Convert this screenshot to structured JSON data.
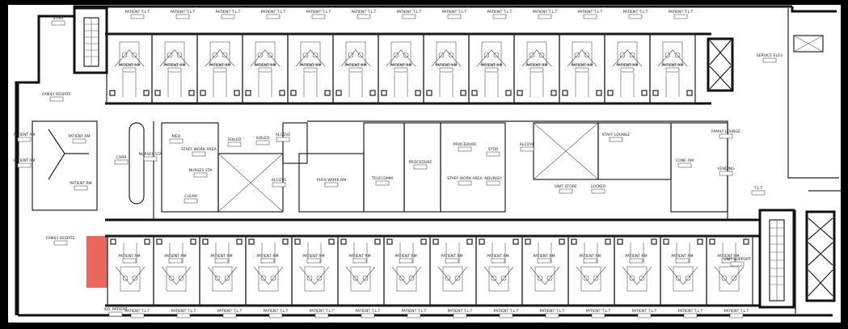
{
  "highlight_color": "#e8564f",
  "labels": {
    "stair": "STAIR",
    "patient_tlt": "PATIENT T.L.T",
    "patient_rm": "PATIENT RM",
    "family": "FAMILY RESPITE",
    "corr": "CORR",
    "nurses": "NURSES STA",
    "staff_work": "STAFF WORK AREA",
    "clean": "CLEAN",
    "soiled": "SOILED",
    "alcove": "ALCOVE",
    "phys": "PHYS WORK RM",
    "telecomm": "TELECOMM",
    "procedure": "PROCEDURE",
    "storage": "STOR",
    "staff_lounge": "STAFF LOUNGE",
    "conf": "CONF. RM",
    "service_elev": "SERVICE ELEV",
    "unit_support": "UNIT SUPPORT",
    "iso_patient": "ISO. PATIENT",
    "med": "MED",
    "alcove2": "ALCOVE",
    "nourish": "NOURISH",
    "unit_store": "UNIT STORE",
    "locker": "LOCKER",
    "family_lounge": "FAMILY LOUNGE",
    "vending": "VENDING",
    "tlt": "T.L.T",
    "pods": "NURSES STA"
  }
}
